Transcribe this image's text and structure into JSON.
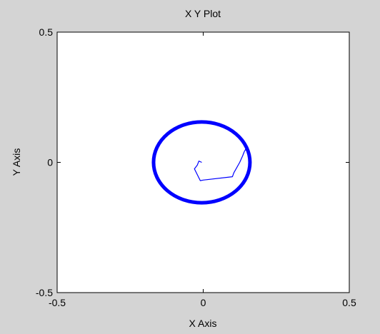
{
  "chart_data": {
    "type": "line",
    "title": "X Y Plot",
    "xlabel": "X Axis",
    "ylabel": "Y Axis",
    "xlim": [
      -0.5,
      0.5
    ],
    "ylim": [
      -0.5,
      0.5
    ],
    "xticks": [
      {
        "value": -0.5,
        "label": "-0.5"
      },
      {
        "value": 0,
        "label": "0"
      },
      {
        "value": 0.5,
        "label": "0.5"
      }
    ],
    "yticks": [
      {
        "value": -0.5,
        "label": "-0.5"
      },
      {
        "value": 0,
        "label": "0"
      },
      {
        "value": 0.5,
        "label": "0.5"
      }
    ],
    "grid": false,
    "legend": "none",
    "series": [
      {
        "kind": "transient",
        "color": "#0000ff",
        "x": [
          -0.005,
          -0.015,
          -0.02,
          -0.03,
          -0.01,
          0.0,
          0.1,
          0.105,
          0.115,
          0.125,
          0.135,
          0.14,
          0.145,
          0.148
        ],
        "y": [
          0.0,
          0.005,
          -0.01,
          -0.025,
          -0.07,
          -0.068,
          -0.055,
          -0.04,
          -0.02,
          0.0,
          0.025,
          0.04,
          0.05,
          0.045
        ]
      },
      {
        "kind": "limit_cycle",
        "color": "#0000ff",
        "center": [
          -0.005,
          0.0
        ],
        "radius_x": 0.165,
        "radius_y": 0.155
      }
    ]
  }
}
